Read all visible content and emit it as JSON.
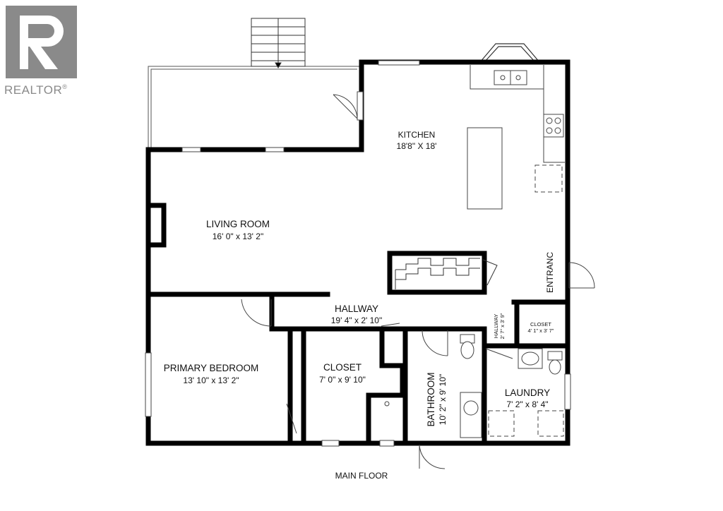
{
  "logo": {
    "brand": "REALTOR",
    "mark": "®",
    "icon": "realtor-r-logo-icon"
  },
  "floor_label": "MAIN FLOOR",
  "rooms": {
    "kitchen": {
      "name": "KITCHEN",
      "dims": "18'8\" X 18'"
    },
    "living_room": {
      "name": "LIVING ROOM",
      "dims": "16' 0\" x 13' 2\""
    },
    "entrance": {
      "name": "ENTRANC"
    },
    "hallway": {
      "name": "HALLWAY",
      "dims": "19' 4\" x 2' 10\""
    },
    "hallway_small": {
      "name": "HALLWAY",
      "dims": "2' 7\" x 3' 9\""
    },
    "closet_small": {
      "name": "CLOSET",
      "dims": "4' 1\" x 3' 7\""
    },
    "primary_bedroom": {
      "name": "PRIMARY BEDROOM",
      "dims": "13' 10\" x 13' 2\""
    },
    "closet": {
      "name": "CLOSET",
      "dims": "7' 0\" x 9' 10\""
    },
    "bathroom": {
      "name": "BATHROOM",
      "dims": "10' 2\" x 9' 10\""
    },
    "laundry": {
      "name": "LAUNDRY",
      "dims": "7' 2\" x 8' 4\""
    }
  }
}
